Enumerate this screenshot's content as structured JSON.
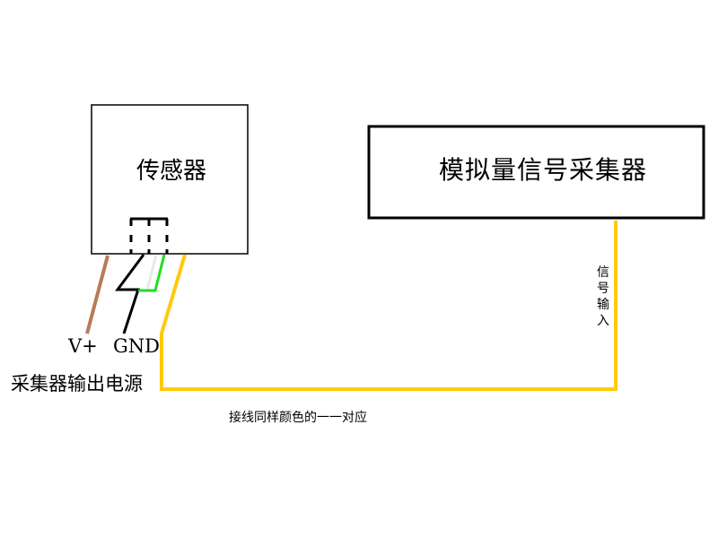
{
  "sensor": {
    "label": "传感器"
  },
  "collector": {
    "label": "模拟量信号采集器"
  },
  "wires": {
    "vplus_label": "V+",
    "gnd_label": "GND",
    "power_label": "采集器输出电源",
    "signal_label": "信号输入",
    "note": "接线同样颜色的一一对应"
  },
  "colors": {
    "vplus_wire": "#b97a57",
    "gnd_wire": "#000000",
    "green_wire": "#22dd22",
    "white_wire": "#e8e8e8",
    "signal_wire": "#ffc90e",
    "outline": "#000000"
  }
}
